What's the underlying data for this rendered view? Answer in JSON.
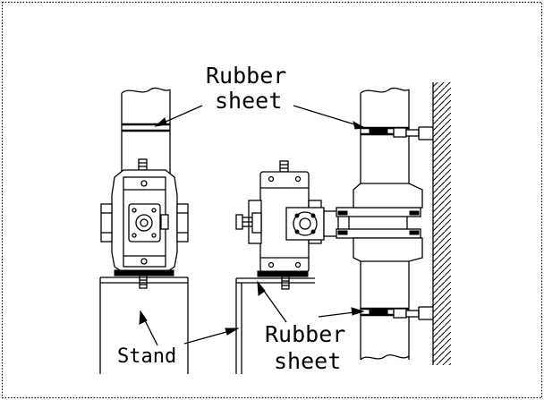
{
  "labels": {
    "rubber_sheet_top_line1": "Rubber",
    "rubber_sheet_top_line2": "sheet",
    "rubber_sheet_bottom_line1": "Rubber",
    "rubber_sheet_bottom_line2": "sheet",
    "stand": "Stand"
  }
}
